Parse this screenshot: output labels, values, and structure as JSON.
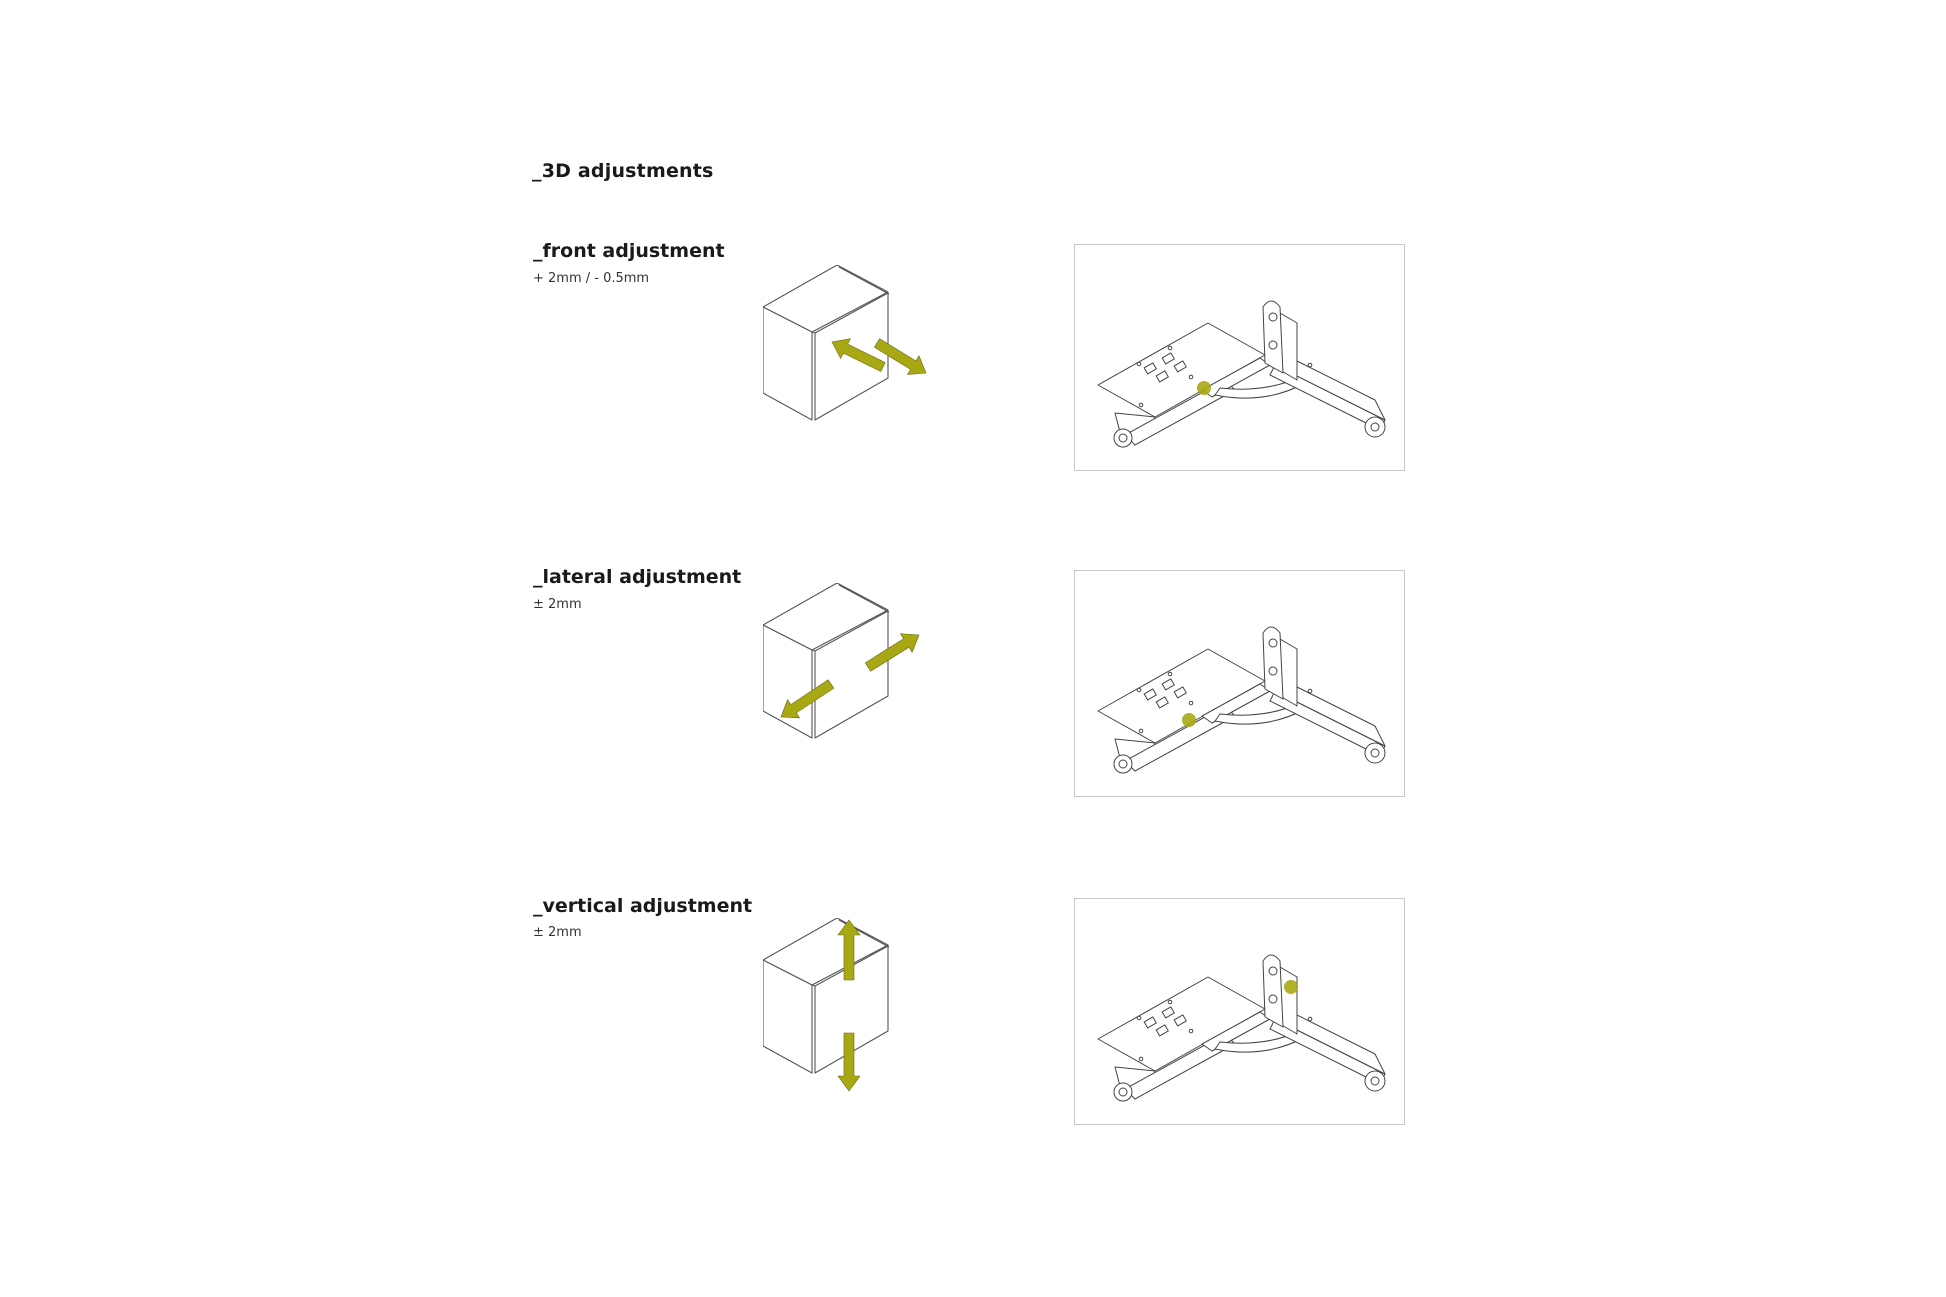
{
  "title": "_3D adjustments",
  "accent_color": "#a8a814",
  "sections": [
    {
      "heading": "_front adjustment",
      "range": "+ 2mm / - 0.5mm",
      "arrow_direction": "depth",
      "icon": "cube-front-arrows-icon"
    },
    {
      "heading": "_lateral adjustment",
      "range": "± 2mm",
      "arrow_direction": "lateral",
      "icon": "cube-lateral-arrows-icon"
    },
    {
      "heading": "_vertical adjustment",
      "range": "± 2mm",
      "arrow_direction": "vertical",
      "icon": "cube-vertical-arrows-icon"
    }
  ]
}
